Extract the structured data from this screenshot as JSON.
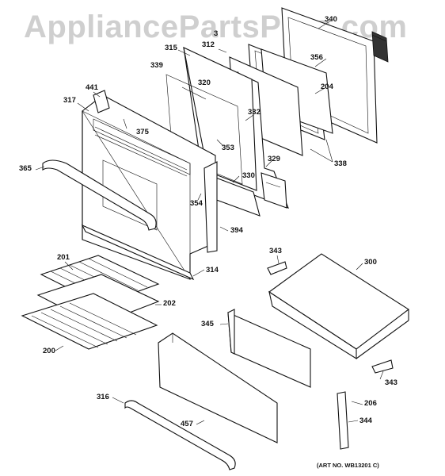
{
  "watermark": "AppliancePartsPros.com",
  "art_number": "(ART NO. WB13201 C)",
  "callouts": {
    "c340": "340",
    "c312": "312",
    "c3": "3",
    "c315": "315",
    "c356": "356",
    "c339": "339",
    "c320": "320",
    "c204": "204",
    "c441": "441",
    "c317": "317",
    "c332": "332",
    "c375": "375",
    "c353": "353",
    "c329": "329",
    "c338": "338",
    "c365": "365",
    "c330": "330",
    "c354": "354",
    "c394": "394",
    "c343a": "343",
    "c300": "300",
    "c201": "201",
    "c314": "314",
    "c202": "202",
    "c345": "345",
    "c200": "200",
    "c343b": "343",
    "c316": "316",
    "c206": "206",
    "c457": "457",
    "c344": "344"
  }
}
